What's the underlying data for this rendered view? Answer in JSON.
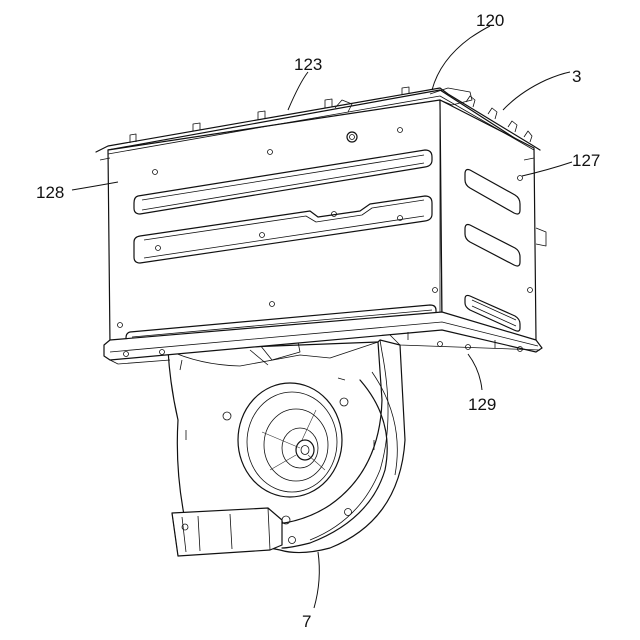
{
  "labels": {
    "ref_120": "120",
    "ref_123": "123",
    "ref_3": "3",
    "ref_127": "127",
    "ref_128": "128",
    "ref_129": "129",
    "ref_7": "7"
  }
}
